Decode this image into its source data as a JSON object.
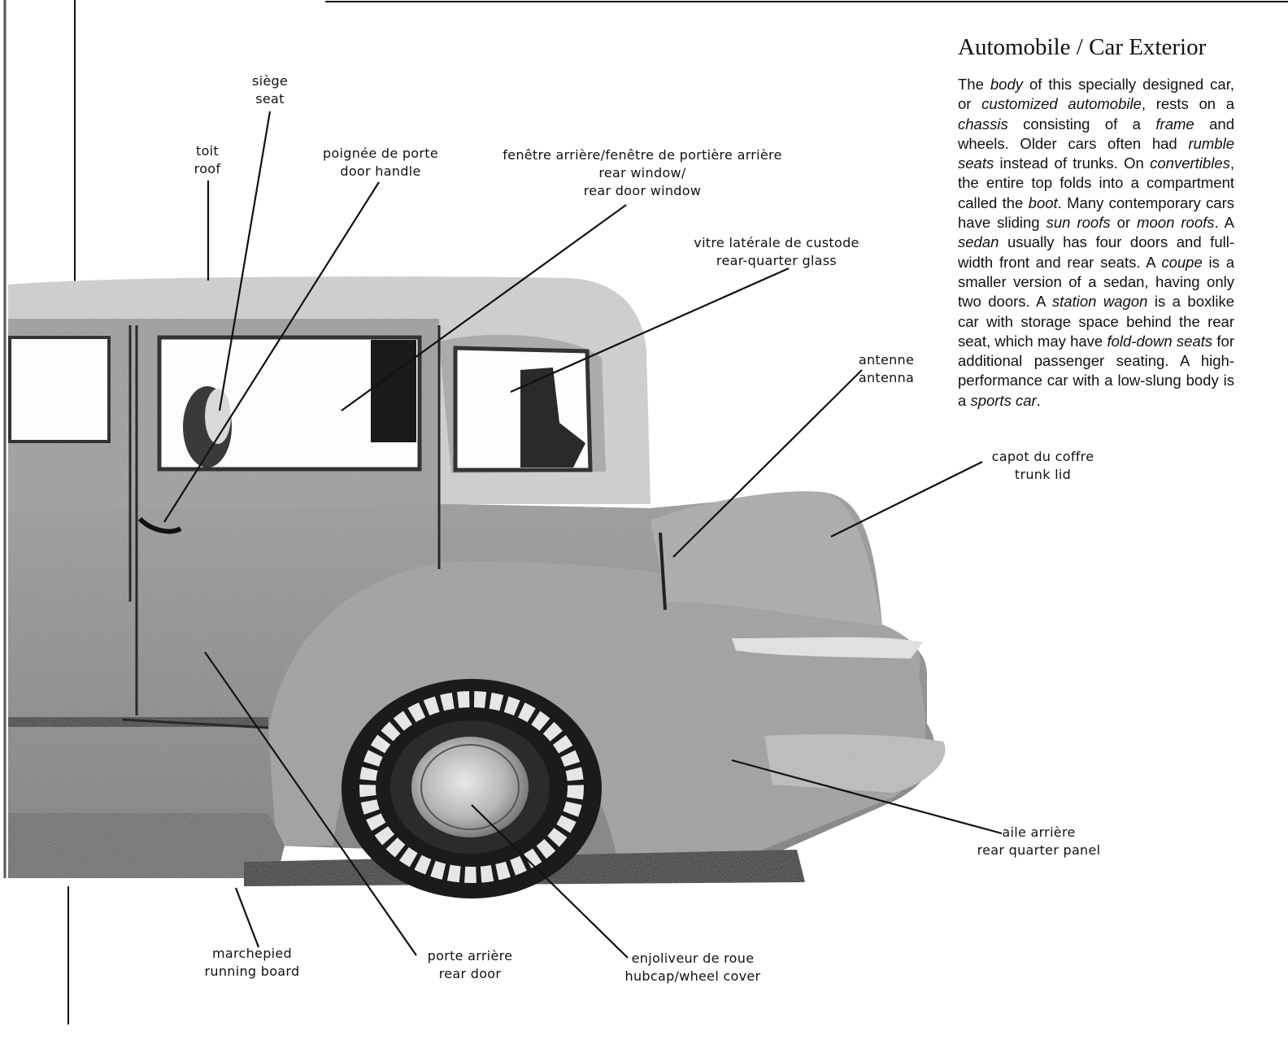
{
  "page": {
    "title": "Automobile / Car Exterior",
    "description": [
      {
        "t": "The "
      },
      {
        "t": "body",
        "i": true
      },
      {
        "t": " of this specially designed car, or "
      },
      {
        "t": "customized automobile",
        "i": true
      },
      {
        "t": ", rests on a "
      },
      {
        "t": "chassis",
        "i": true
      },
      {
        "t": " consisting of a "
      },
      {
        "t": "frame",
        "i": true
      },
      {
        "t": " and wheels. Older cars often had "
      },
      {
        "t": "rumble seats",
        "i": true
      },
      {
        "t": " instead of trunks. On "
      },
      {
        "t": "convertibles",
        "i": true
      },
      {
        "t": ", the entire top folds into a compartment called the "
      },
      {
        "t": "boot",
        "i": true
      },
      {
        "t": ". Many contemporary cars have sliding "
      },
      {
        "t": "sun roofs",
        "i": true
      },
      {
        "t": " or "
      },
      {
        "t": "moon roofs",
        "i": true
      },
      {
        "t": ". A "
      },
      {
        "t": "sedan",
        "i": true
      },
      {
        "t": " usually has four doors and full-width front and rear seats. A "
      },
      {
        "t": "coupe",
        "i": true
      },
      {
        "t": " is a smaller version of a sedan, having only two doors. A "
      },
      {
        "t": "station wagon",
        "i": true
      },
      {
        "t": " is a boxlike car with storage space behind the rear seat, which may have "
      },
      {
        "t": "fold-down seats",
        "i": true
      },
      {
        "t": " for additional passenger seating. A high-performance car with a low-slung body is a "
      },
      {
        "t": "sports car",
        "i": true
      },
      {
        "t": "."
      }
    ]
  },
  "labels": [
    {
      "id": "seat",
      "fr": "siège",
      "en": "seat"
    },
    {
      "id": "roof",
      "fr": "toit",
      "en": "roof"
    },
    {
      "id": "door-handle",
      "fr": "poignée de porte",
      "en": "door handle"
    },
    {
      "id": "rear-window",
      "fr": "fenêtre arrière/fenêtre de portière arrière",
      "en": "rear window/",
      "en2": "rear door window"
    },
    {
      "id": "rear-quarter-glass",
      "fr": "vitre latérale de custode",
      "en": "rear-quarter glass"
    },
    {
      "id": "antenna",
      "fr": "antenne",
      "en": "antenna"
    },
    {
      "id": "trunk-lid",
      "fr": "capot du coffre",
      "en": "trunk lid"
    },
    {
      "id": "rear-quarter-panel",
      "fr": "aile arrière",
      "en": "rear quarter panel"
    },
    {
      "id": "running-board",
      "fr": "marchepied",
      "en": "running board"
    },
    {
      "id": "rear-door",
      "fr": "porte arrière",
      "en": "rear door"
    },
    {
      "id": "hubcap",
      "fr": "enjoliveur de roue",
      "en": "hubcap/wheel cover"
    }
  ],
  "colors": {
    "ink": "#111111",
    "body_gray": "#8c8c8c",
    "dark_gray": "#5a5a5a",
    "light_gray": "#c8c8c8",
    "paper": "#ffffff"
  }
}
